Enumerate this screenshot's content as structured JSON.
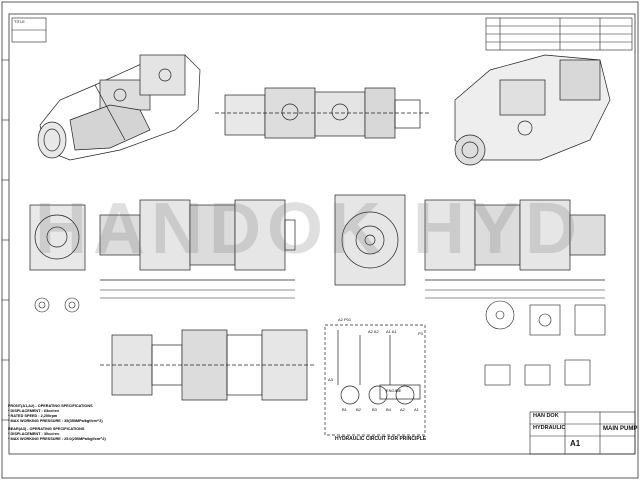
{
  "sheet": {
    "header_left": "TITLE",
    "watermark": "HANDOK HYD",
    "circuit_caption": "HYDRAULIC CIRCUIT FOR PRINCIPLE",
    "engine_label": "ENGINE",
    "port_labels": [
      "A2 P01",
      "A2 A2",
      "A1 A1",
      "A3",
      "B1",
      "B2",
      "B3",
      "B4",
      "A2",
      "A1",
      "P3"
    ]
  },
  "specs": {
    "front_title": "FRONT(A1,A2) - OPERATING SPECIFICATIONS",
    "front_lines": [
      "* DISPLACEMENT : 63cc/rev",
      "* RATED SPEED : 2,200rpm",
      "* MAX WORKING PRESSURE : 35(350MPa/kgf/cm^2)"
    ],
    "rear_title": "REAR(A3) - OPERATING SPECIFICATIONS",
    "rear_lines": [
      "* DISPLACEMENT : 30cc/rev",
      "* MAX WORKING PRESSURE : 25.0(250MPa/kgf/cm^2)"
    ]
  },
  "title_block": {
    "company_line1": "HAN DOK",
    "company_line2": "HYDRAULIC",
    "part_name": "MAIN PUMP",
    "sheet_size": "A1"
  },
  "colors": {
    "ink": "#222222",
    "watermark": "#6e6e6e",
    "paper": "#ffffff"
  }
}
